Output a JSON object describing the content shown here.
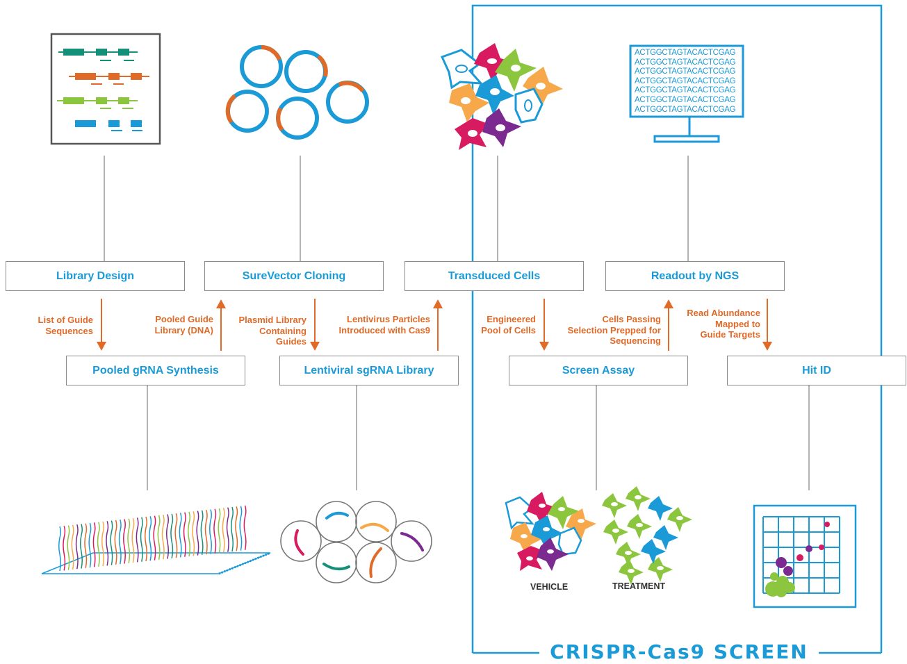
{
  "colors": {
    "accent_blue": "#1a9ad6",
    "arrow_orange": "#e06a28",
    "connector_gray": "#8a8a8a",
    "teal": "#14907a",
    "magenta": "#d81b60",
    "green": "#8cc63f",
    "amber": "#f7a84a",
    "purple": "#7b2a8f"
  },
  "boxes": {
    "library_design": "Library Design",
    "surevector_cloning": "SureVector Cloning",
    "transduced_cells": "Transduced Cells",
    "readout_ngs": "Readout by NGS",
    "pooled_grna": "Pooled gRNA Synthesis",
    "lentiviral_library": "Lentiviral sgRNA Library",
    "screen_assay": "Screen Assay",
    "hit_id": "Hit ID"
  },
  "arrow_labels": {
    "list_of_guides": [
      "List of Guide",
      "Sequences"
    ],
    "pooled_guide_library": [
      "Pooled Guide",
      "Library (DNA)"
    ],
    "plasmid_library": [
      "Plasmid Library",
      "Containing",
      "Guides"
    ],
    "lentivirus_particles": [
      "Lentivirus Particles",
      "Introduced with Cas9"
    ],
    "engineered_pool": [
      "Engineered",
      "Pool of Cells"
    ],
    "cells_passing": [
      "Cells Passing",
      "Selection Prepped for",
      "Sequencing"
    ],
    "read_abundance": [
      "Read Abundance",
      "Mapped to",
      "Guide Targets"
    ]
  },
  "conditions": {
    "vehicle": "VEHICLE",
    "treatment": "TREATMENT"
  },
  "ngs_sequence_lines": [
    "ACTGGCTAGTACACTCGAG",
    "ACTGGCTAGTACACTCGAG",
    "ACTGGCTAGTACACTCGAG",
    "ACTGGCTAGTACACTCGAG",
    "ACTGGCTAGTACACTCGAG",
    "ACTGGCTAGTACACTCGAG",
    "ACTGGCTAGTACACTCGAG"
  ],
  "screen_title": "CRISPR-Cas9 SCREEN",
  "icons": [
    "library-design-icon",
    "plasmid-circles-icon",
    "transduced-cells-icon",
    "ngs-monitor-icon",
    "oligo-array-icon",
    "lentiviral-particles-icon",
    "vehicle-cells-icon",
    "treatment-cells-icon",
    "hit-plot-icon"
  ]
}
